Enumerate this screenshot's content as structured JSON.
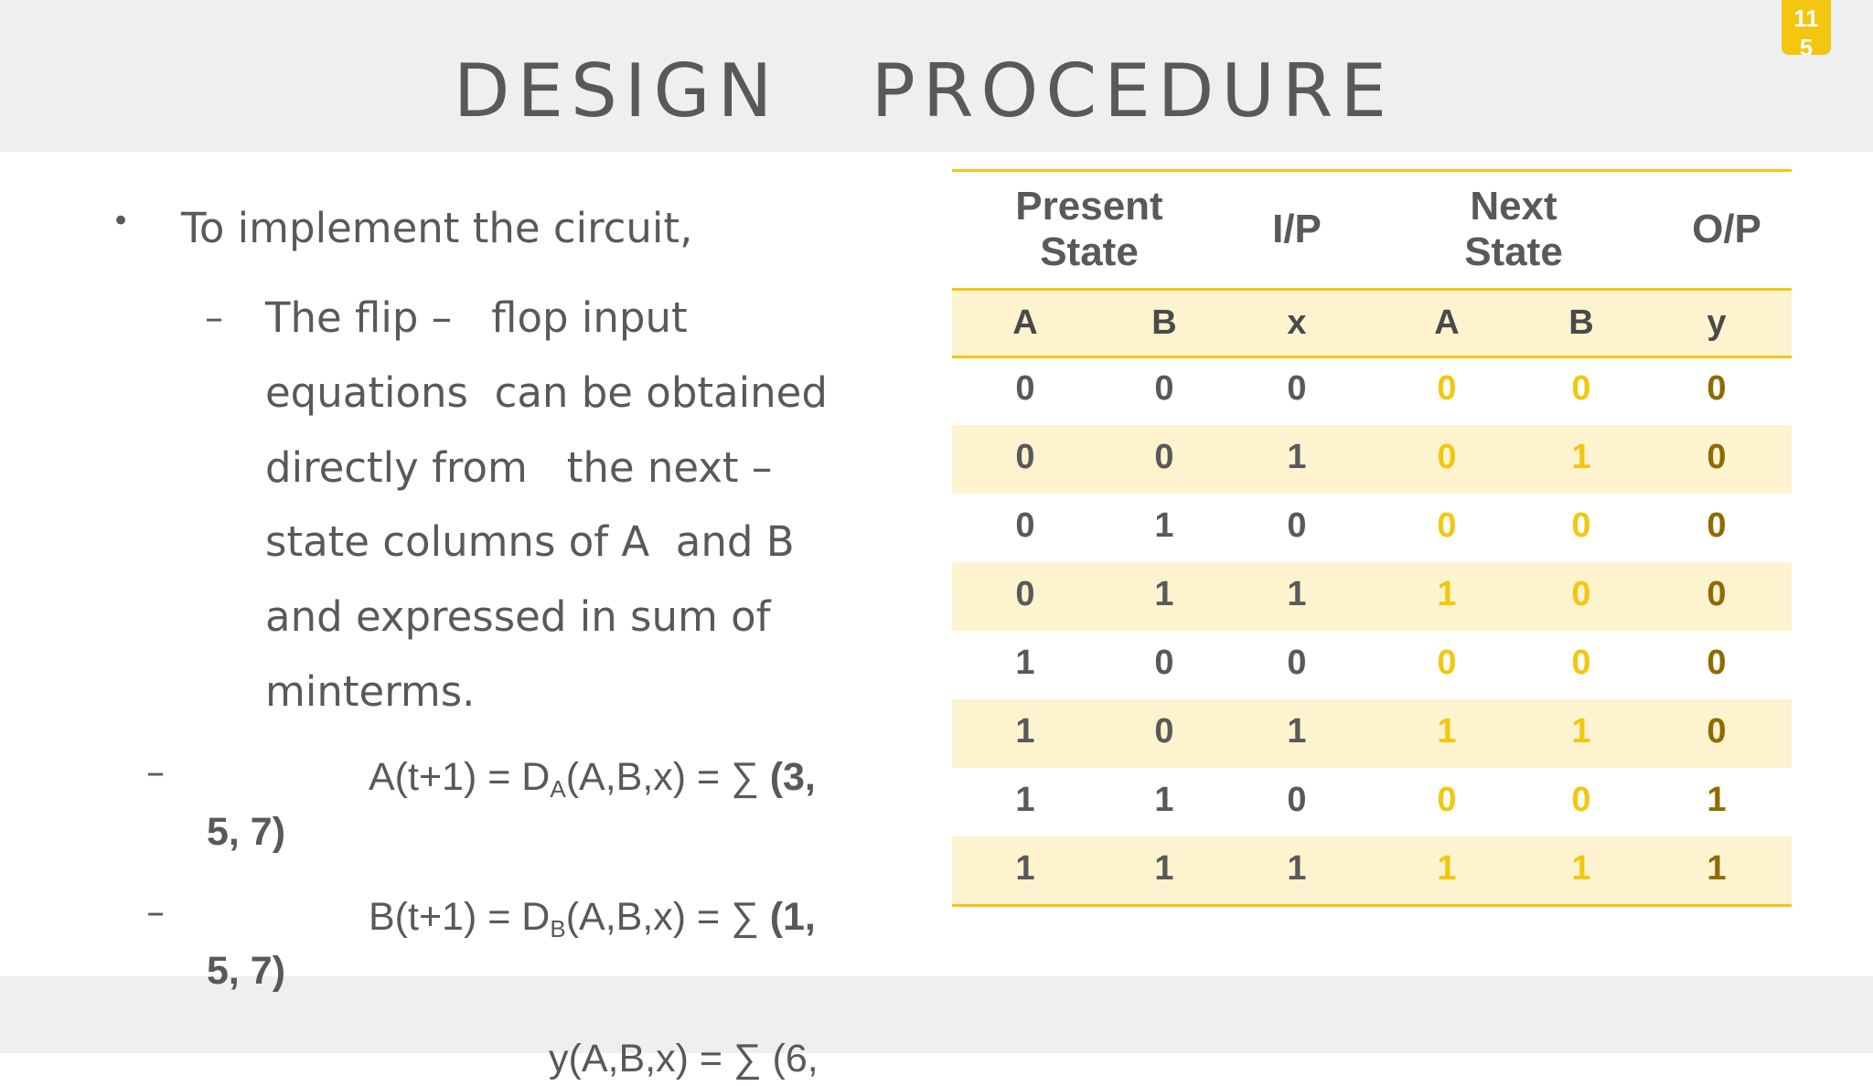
{
  "slide": {
    "title": "DESIGN   PROCEDURE",
    "page_number": "115"
  },
  "content": {
    "bullet": "To implement the circuit,",
    "sub_lines": [
      "The flip –   flop input",
      "equations  can be obtained",
      "directly from   the next –",
      "state columns of A  and B",
      "and expressed in sum of",
      "minterms."
    ],
    "sub_dash": "–",
    "eq_dash": "–",
    "eq1": {
      "prefix": "A(t+1) = D",
      "sub": "A",
      "mid": "(A,B,x) = ∑ ",
      "bold": "(3,",
      "cont": "5, 7)"
    },
    "eq2": {
      "prefix": "B(t+1) = D",
      "sub": "B",
      "mid": "(A,B,x) = ∑ ",
      "bold": "(1,",
      "cont": "5, 7)"
    },
    "eq3_partial": "y(A,B,x) = ∑ (6,"
  },
  "table": {
    "group_headers": [
      "Present\nState",
      "I/P",
      "Next\nState",
      "O/P"
    ],
    "column_headers": [
      "A",
      "B",
      "x",
      "A",
      "B",
      "y"
    ],
    "rows": [
      [
        "0",
        "0",
        "0",
        "0",
        "0",
        "0"
      ],
      [
        "0",
        "0",
        "1",
        "0",
        "1",
        "0"
      ],
      [
        "0",
        "1",
        "0",
        "0",
        "0",
        "0"
      ],
      [
        "0",
        "1",
        "1",
        "1",
        "0",
        "0"
      ],
      [
        "1",
        "0",
        "0",
        "0",
        "0",
        "0"
      ],
      [
        "1",
        "0",
        "1",
        "1",
        "1",
        "0"
      ],
      [
        "1",
        "1",
        "0",
        "0",
        "0",
        "1"
      ],
      [
        "1",
        "1",
        "1",
        "1",
        "1",
        "1"
      ]
    ],
    "colors": {
      "present": "#595959",
      "next": "#f3c70f",
      "output": "#8f6a00",
      "rule": "#f3c70f",
      "band": "#fdf4cf"
    }
  }
}
